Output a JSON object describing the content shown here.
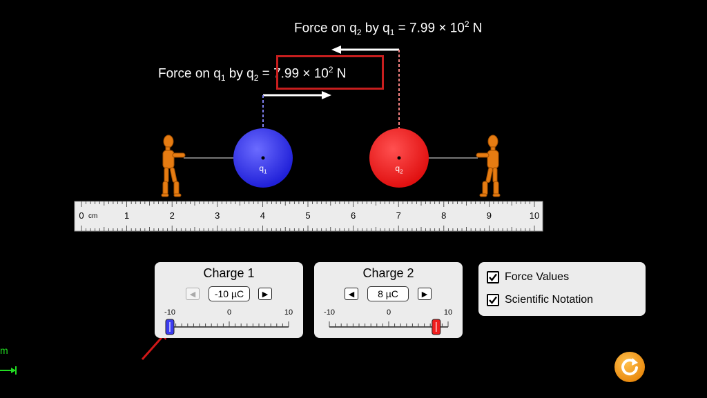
{
  "force_labels": {
    "q2_prefix": "Force on q",
    "q2_sub1": "2",
    "q2_mid": " by q",
    "q2_sub2": "1",
    "q2_value": " = 7.99 × 10",
    "q2_exp": "2",
    "q2_unit": " N",
    "q1_prefix": "Force on q",
    "q1_sub1": "1",
    "q1_mid": " by q",
    "q1_sub2": "2",
    "q1_eq": " = ",
    "q1_value": "7.99 × 10",
    "q1_exp": "2",
    "q1_unit": " N"
  },
  "charges": {
    "q1": {
      "symbol": "q",
      "sub": "1",
      "color": "#3b3bf0"
    },
    "q2": {
      "symbol": "q",
      "sub": "2",
      "color": "#f01e1e"
    }
  },
  "ruler": {
    "unit": "cm",
    "labels": [
      "0",
      "1",
      "2",
      "3",
      "4",
      "5",
      "6",
      "7",
      "8",
      "9",
      "10"
    ]
  },
  "charge1_panel": {
    "title": "Charge 1",
    "value": "-10 µC",
    "slider_min": "-10",
    "slider_mid": "0",
    "slider_max": "10",
    "slider_fraction": 0.0
  },
  "charge2_panel": {
    "title": "Charge 2",
    "value": "8 µC",
    "slider_min": "-10",
    "slider_mid": "0",
    "slider_max": "10",
    "slider_fraction": 0.9
  },
  "options": {
    "force_values": "Force Values",
    "scientific_notation": "Scientific Notation"
  },
  "scale_bar": {
    "label": "m"
  },
  "colors": {
    "accent_red": "#c81e1e",
    "reset_orange": "#f29a1c",
    "scale_green": "#22dd22"
  }
}
